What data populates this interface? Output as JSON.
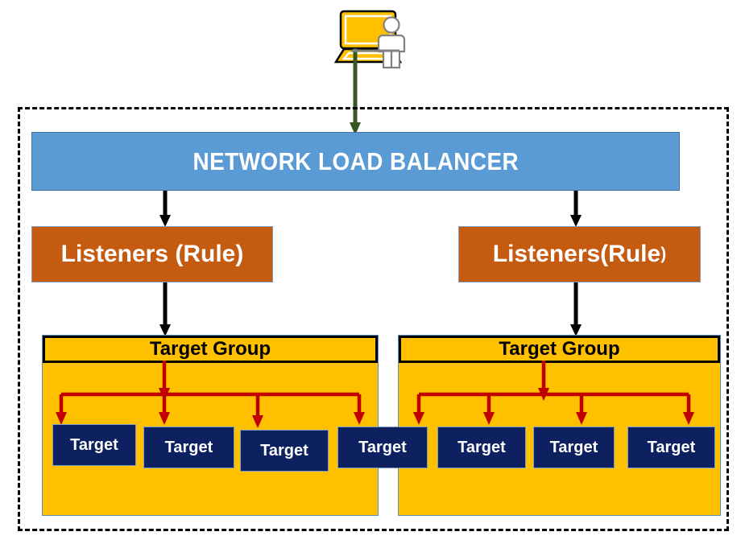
{
  "diagram": {
    "title": "Network Load Balancer architecture",
    "client": {
      "laptop_icon": "laptop-icon",
      "user_icon": "user-person-icon"
    },
    "boundary": {
      "name": "vpc-dashed-boundary",
      "style": "dashed"
    },
    "load_balancer": {
      "label": "NETWORK LOAD BALANCER"
    },
    "listeners": [
      {
        "label": "Listeners   (Rule)",
        "main": "Listeners   (Rule)",
        "sub": ""
      },
      {
        "label": "Listeners(Rule)",
        "main": "Listeners(Rule",
        "sub": ")"
      }
    ],
    "target_groups": [
      {
        "header": "Target Group",
        "targets": [
          {
            "label": "Target"
          },
          {
            "label": "Target"
          },
          {
            "label": "Target"
          },
          {
            "label": "Target"
          }
        ]
      },
      {
        "header": "Target Group",
        "targets": [
          {
            "label": "Target"
          },
          {
            "label": "Target"
          },
          {
            "label": "Target"
          },
          {
            "label": "Target"
          }
        ]
      }
    ],
    "colors": {
      "load_balancer_blue": "#5B9BD5",
      "listener_orange": "#C55A11",
      "target_group_yellow": "#FFC000",
      "target_navy": "#0D2060",
      "client_arrow_green": "#375623",
      "fanout_arrow_red": "#C00000",
      "connector_black": "#000000",
      "laptop_amber": "#FFC000"
    }
  }
}
